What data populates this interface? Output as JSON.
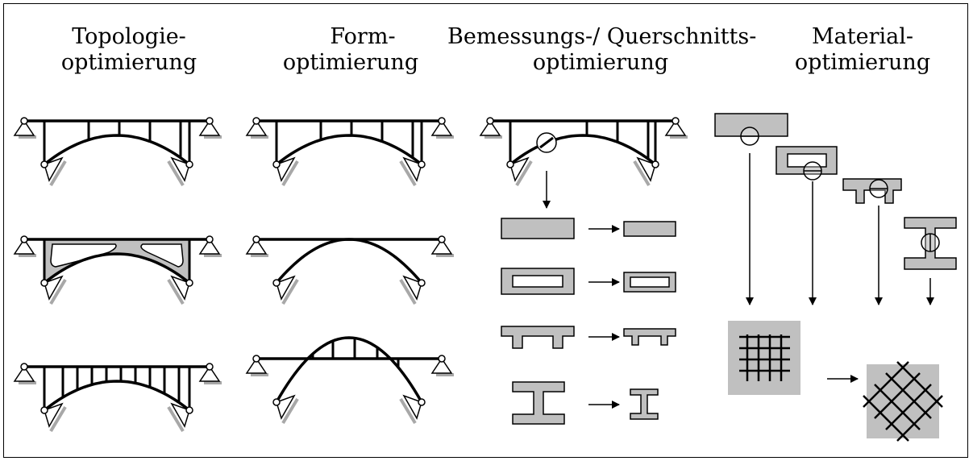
{
  "headers": {
    "topology": {
      "line1": "Topologie-",
      "line2": "optimierung"
    },
    "form": {
      "line1": "Form-",
      "line2": "optimierung"
    },
    "sizing": {
      "line1": "Bemessungs-/ Querschnitts-",
      "line2": "optimierung"
    },
    "material": {
      "line1": "Material-",
      "line2": "optimierung"
    }
  },
  "colors": {
    "fill": "#c0c0c0",
    "line": "#000000",
    "shadow": "#a8a8a8"
  }
}
